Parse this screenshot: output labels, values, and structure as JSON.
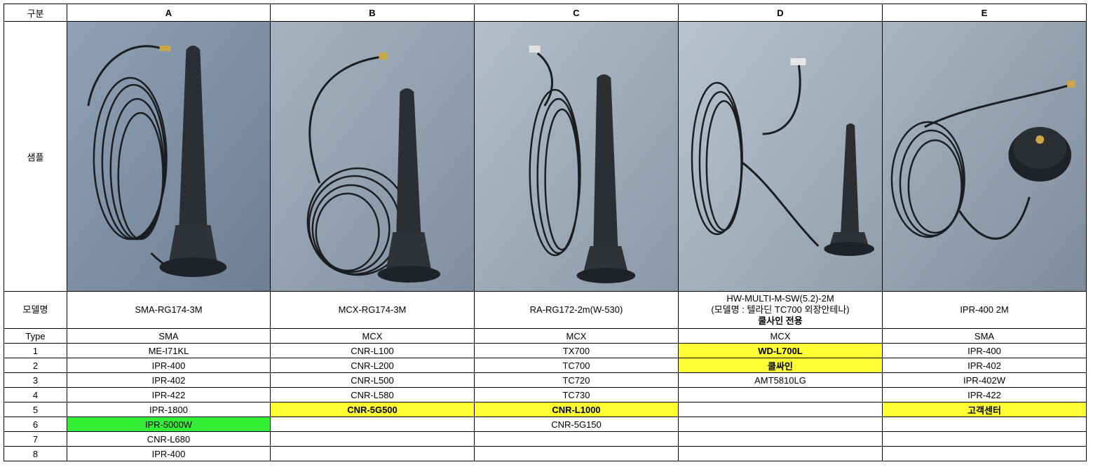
{
  "header": {
    "corner_label": "구분",
    "columns": [
      "A",
      "B",
      "C",
      "D",
      "E"
    ]
  },
  "rows": {
    "sample_label": "샘플",
    "model_label": "모델명",
    "type_label": "Type",
    "index_labels": [
      "1",
      "2",
      "3",
      "4",
      "5",
      "6",
      "7",
      "8"
    ]
  },
  "samples": [
    {
      "icon": "antenna-photo-a"
    },
    {
      "icon": "antenna-photo-b"
    },
    {
      "icon": "antenna-photo-c"
    },
    {
      "icon": "antenna-photo-d"
    },
    {
      "icon": "antenna-photo-e"
    }
  ],
  "models": {
    "a": "SMA-RG174-3M",
    "b": "MCX-RG174-3M",
    "c": "RA-RG172-2m(W-530)",
    "d_line1": "HW-MULTI-M-SW(5.2)-2M",
    "d_line2": "(모델명 : 텔라딘 TC700 외장안테나)",
    "d_line3": "쿨사인 전용",
    "e": "IPR-400 2M"
  },
  "types": [
    "SMA",
    "MCX",
    "MCX",
    "MCX",
    "SMA"
  ],
  "compat": [
    [
      "ME-I71KL",
      "CNR-L100",
      "TX700",
      "WD-L700L",
      "IPR-400"
    ],
    [
      "IPR-400",
      "CNR-L200",
      "TC700",
      "쿨싸인",
      "IPR-402"
    ],
    [
      "IPR-402",
      "CNR-L500",
      "TC720",
      "AMT5810LG",
      "IPR-402W"
    ],
    [
      "IPR-422",
      "CNR-L580",
      "TC730",
      "",
      "IPR-422"
    ],
    [
      "IPR-1800",
      "CNR-5G500",
      "CNR-L1000",
      "",
      "고객센터"
    ],
    [
      "IPR-5000W",
      "",
      "CNR-5G150",
      "",
      ""
    ],
    [
      "CNR-L680",
      "",
      "",
      "",
      ""
    ],
    [
      "IPR-400",
      "",
      "",
      "",
      ""
    ]
  ],
  "colors": {
    "highlight_yellow": "#ffff33",
    "highlight_green": "#33ee33",
    "photo_background": "#7f93a8",
    "antenna": "#2b2f33"
  }
}
